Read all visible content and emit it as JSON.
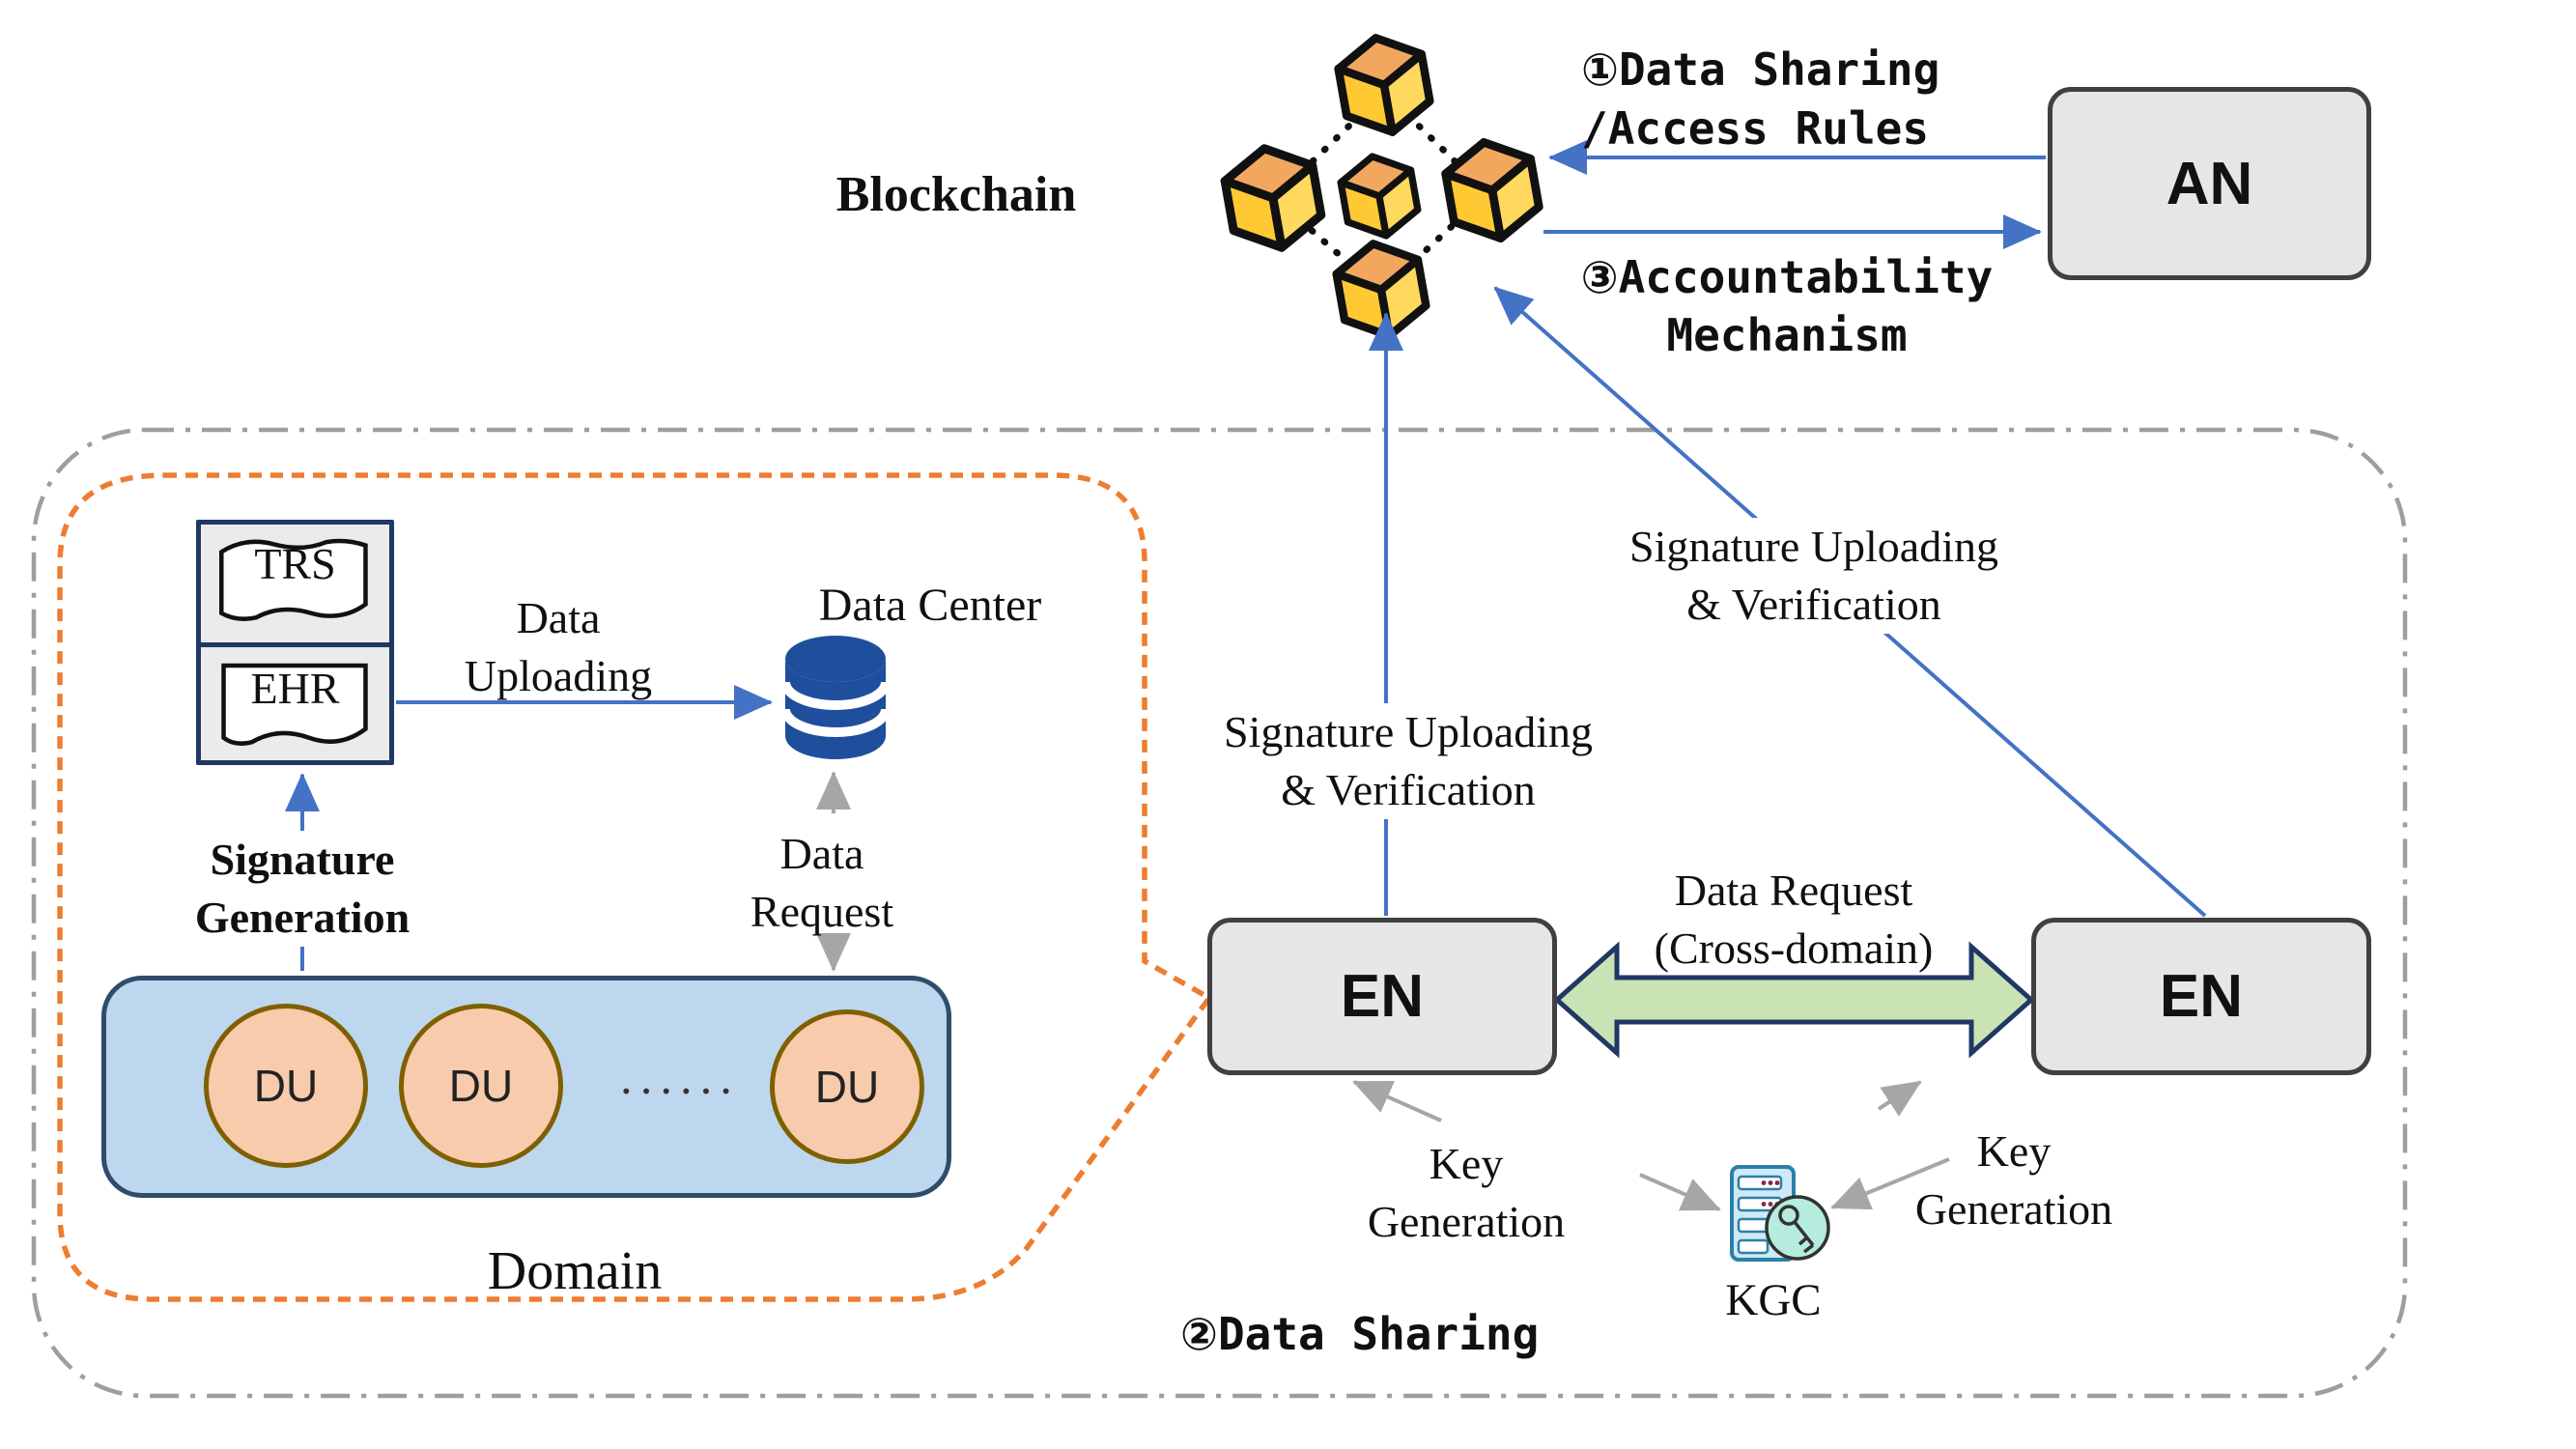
{
  "diagram": {
    "blockchain_label": "Blockchain",
    "an_label": "AN",
    "en_left_label": "EN",
    "en_right_label": "EN",
    "kgc_label": "KGC",
    "domain_label": "Domain",
    "trs_label": "TRS",
    "ehr_label": "EHR",
    "data_center_label": "Data Center",
    "du_labels": [
      "DU",
      "DU",
      "DU"
    ],
    "du_ellipsis": "······",
    "flows": {
      "step1_line1": "①Data Sharing",
      "step1_line2": "/Access Rules",
      "step3_line1": "③Accountability",
      "step3_line2": "Mechanism",
      "step2": "②Data Sharing",
      "data_uploading_line1": "Data",
      "data_uploading_line2": "Uploading",
      "data_request_line1": "Data",
      "data_request_line2": "Request",
      "signature_generation_line1": "Signature",
      "signature_generation_line2": "Generation",
      "sig_upload_left_line1": "Signature Uploading",
      "sig_upload_left_line2": "& Verification",
      "sig_upload_right_line1": "Signature Uploading",
      "sig_upload_right_line2": "& Verification",
      "cross_domain_line1": "Data Request",
      "cross_domain_line2": "(Cross-domain)",
      "key_gen_left_line1": "Key",
      "key_gen_left_line2": "Generation",
      "key_gen_right_line1": "Key",
      "key_gen_right_line2": "Generation"
    },
    "colors": {
      "arrow_blue": "#4472c4",
      "arrow_gray": "#a6a6a6",
      "domain_orange": "#ed7d31",
      "outer_boundary_gray": "#9e9e9e",
      "cube_yellow": "#ffd95e",
      "cube_orange_top": "#f2a75f",
      "node_fill": "#e7e6e6",
      "node_border": "#404040",
      "green_arrow_fill": "#c9e3b5",
      "green_arrow_border": "#1f3864",
      "du_fill": "#f8cbad",
      "du_border": "#7f6000",
      "du_container_fill": "#bdd7ee",
      "database_blue": "#1f4e9c",
      "doc_box_border": "#1f3864"
    }
  }
}
